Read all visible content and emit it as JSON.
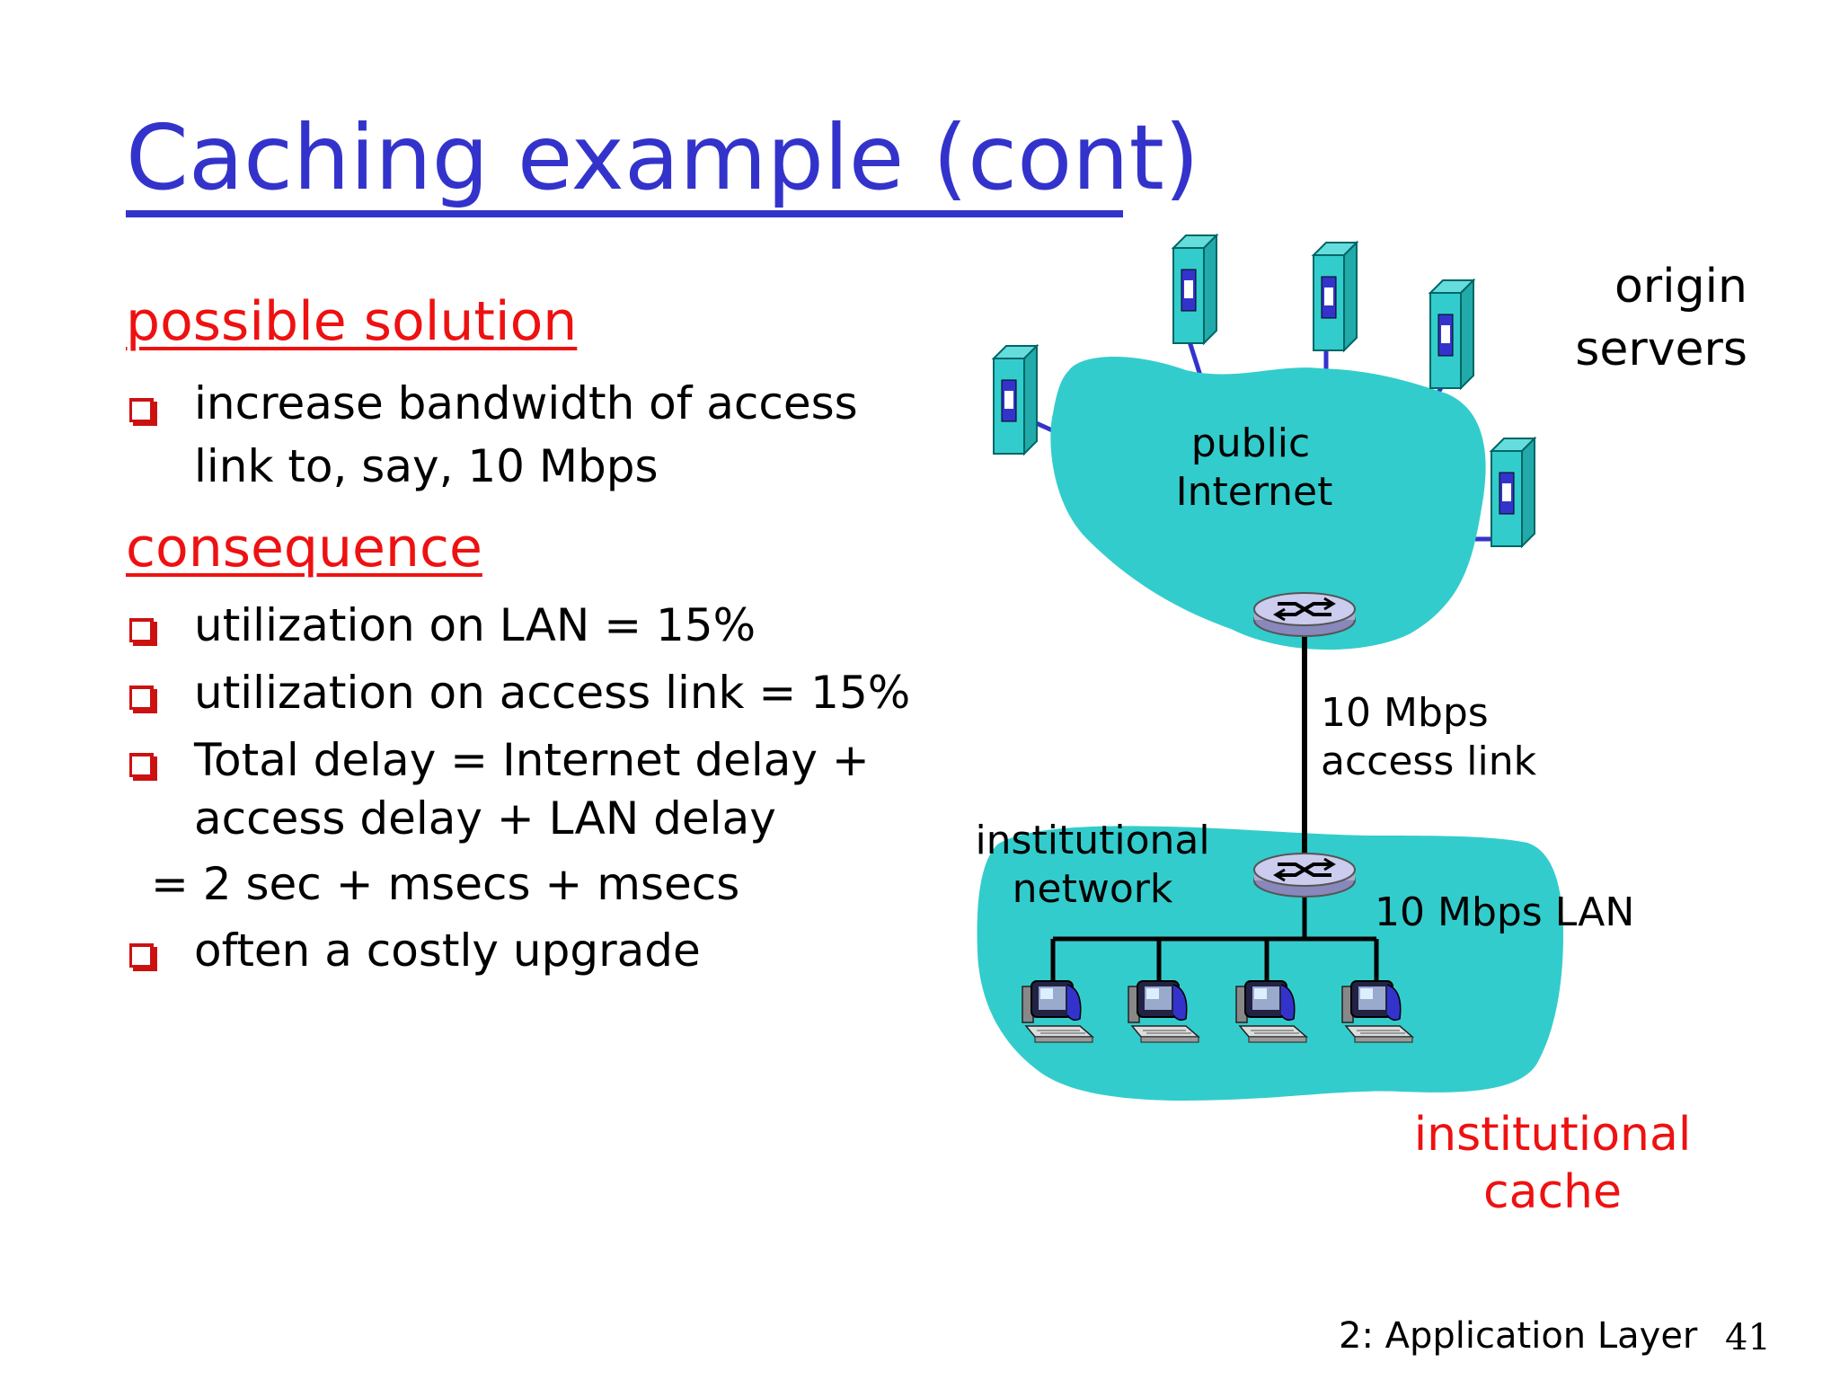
{
  "slide": {
    "title": "Caching example (cont)",
    "section1": {
      "heading": "possible solution",
      "bullets": [
        {
          "lines": [
            "increase bandwidth of access",
            "link to, say, 10 Mbps"
          ]
        }
      ]
    },
    "section2": {
      "heading": "consequence",
      "bullets": [
        {
          "lines": [
            "utilization on LAN = 15%"
          ]
        },
        {
          "lines": [
            "utilization on access link = 15%"
          ]
        },
        {
          "lines": [
            "Total delay   = Internet delay +",
            "access delay + LAN delay"
          ]
        }
      ],
      "continuation": "=  2 sec + msecs + msecs",
      "last_bullet": "often a costly upgrade"
    },
    "footer": {
      "chapter": "2: Application Layer",
      "page": "41"
    }
  },
  "diagram": {
    "origin_servers_label": [
      "origin",
      "servers"
    ],
    "public_internet_label": [
      "public",
      "Internet"
    ],
    "access_link_label": [
      "10 Mbps",
      "access link"
    ],
    "institutional_network_label": [
      "institutional",
      "network"
    ],
    "lan_label": "10 Mbps LAN",
    "institutional_cache_label": [
      "institutional",
      "cache"
    ],
    "colors": {
      "cloud": "#33cccc",
      "server_body": "#33cccc",
      "server_window": "#3333cc",
      "title": "#3333cc",
      "accent_red": "#ee1111"
    },
    "icons": [
      "server-icon",
      "router-icon",
      "computer-icon"
    ]
  }
}
